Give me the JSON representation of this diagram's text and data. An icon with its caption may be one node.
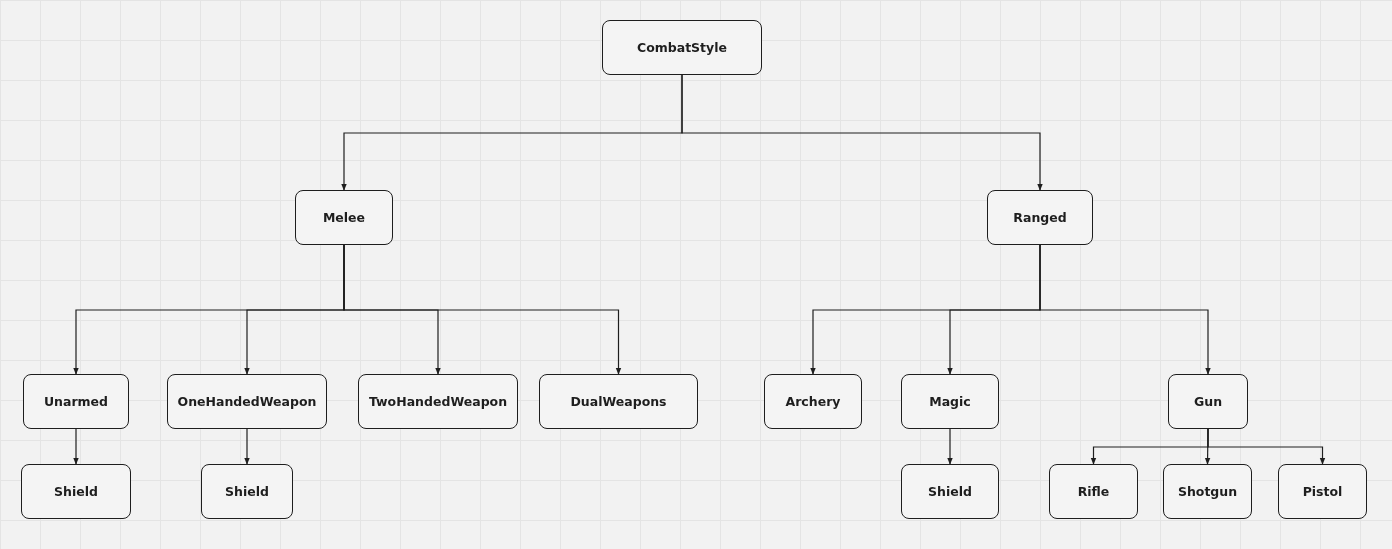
{
  "diagram": {
    "nodes": [
      {
        "text": [
          "CombatStyle"
        ]
      },
      {
        "text": [
          "Melee"
        ]
      },
      {
        "text": [
          "Ranged"
        ]
      },
      {
        "text": [
          "Unarmed"
        ]
      },
      {
        "text": [
          "OneHandedWeapon"
        ]
      },
      {
        "text": [
          "TwoHandedWeapon"
        ]
      },
      {
        "text": [
          "DualWeapons"
        ]
      },
      {
        "text": [
          "Archery"
        ]
      },
      {
        "text": [
          "Magic"
        ]
      },
      {
        "text": [
          "Gun"
        ]
      },
      {
        "text": [
          "Shield"
        ]
      },
      {
        "text": [
          "Shield"
        ]
      },
      {
        "text": [
          "Shield"
        ]
      },
      {
        "text": [
          "Rifle"
        ]
      },
      {
        "text": [
          "Shotgun"
        ]
      },
      {
        "text": [
          "Pistol"
        ]
      }
    ],
    "edges": [
      {
        "from": 0,
        "to": 1,
        "arrow": "to"
      },
      {
        "from": 0,
        "to": 2,
        "arrow": "to"
      },
      {
        "from": 1,
        "to": 3,
        "arrow": "to"
      },
      {
        "from": 1,
        "to": 4,
        "arrow": "to"
      },
      {
        "from": 1,
        "to": 5,
        "arrow": "to"
      },
      {
        "from": 1,
        "to": 6,
        "arrow": "to"
      },
      {
        "from": 2,
        "to": 7,
        "arrow": "to"
      },
      {
        "from": 2,
        "to": 8,
        "arrow": "to"
      },
      {
        "from": 2,
        "to": 9,
        "arrow": "to"
      },
      {
        "from": 3,
        "to": 10,
        "arrow": "to"
      },
      {
        "from": 4,
        "to": 11,
        "arrow": "to"
      },
      {
        "from": 8,
        "to": 12,
        "arrow": "to"
      },
      {
        "from": 9,
        "to": 13,
        "arrow": "to"
      },
      {
        "from": 9,
        "to": 14,
        "arrow": "to"
      },
      {
        "from": 9,
        "to": 15,
        "arrow": "to"
      }
    ]
  }
}
